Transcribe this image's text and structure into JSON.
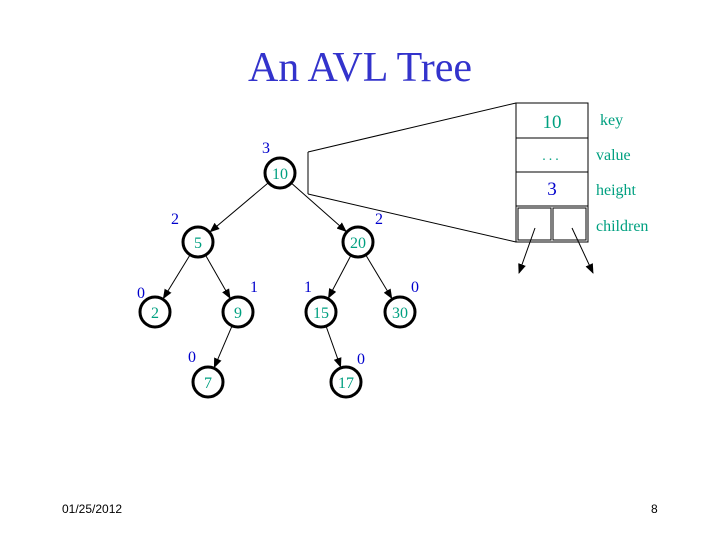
{
  "slide": {
    "title": "An AVL Tree",
    "date": "01/25/2012",
    "page": "8"
  },
  "colors": {
    "title": "#3333cc",
    "key_text": "#00a080",
    "height_text": "#0000cc",
    "label_text": "#00a080",
    "node_border": "#000000"
  },
  "tree": {
    "nodes": [
      {
        "id": "n10",
        "key": "10",
        "height": "3"
      },
      {
        "id": "n5",
        "key": "5",
        "height": "2"
      },
      {
        "id": "n20",
        "key": "20",
        "height": "2"
      },
      {
        "id": "n2",
        "key": "2",
        "height": "0"
      },
      {
        "id": "n9",
        "key": "9",
        "height": "1"
      },
      {
        "id": "n15",
        "key": "15",
        "height": "1"
      },
      {
        "id": "n30",
        "key": "30",
        "height": "0"
      },
      {
        "id": "n7",
        "key": "7",
        "height": "0"
      },
      {
        "id": "n17",
        "key": "17",
        "height": "0"
      }
    ],
    "edges": [
      [
        "n10",
        "n5"
      ],
      [
        "n10",
        "n20"
      ],
      [
        "n5",
        "n2"
      ],
      [
        "n5",
        "n9"
      ],
      [
        "n20",
        "n15"
      ],
      [
        "n20",
        "n30"
      ],
      [
        "n9",
        "n7"
      ],
      [
        "n15",
        "n17"
      ]
    ]
  },
  "record": {
    "key_value": "10",
    "value_value": "...",
    "height_value": "3",
    "labels": {
      "key": "key",
      "value": "value",
      "height": "height",
      "children": "children"
    }
  }
}
